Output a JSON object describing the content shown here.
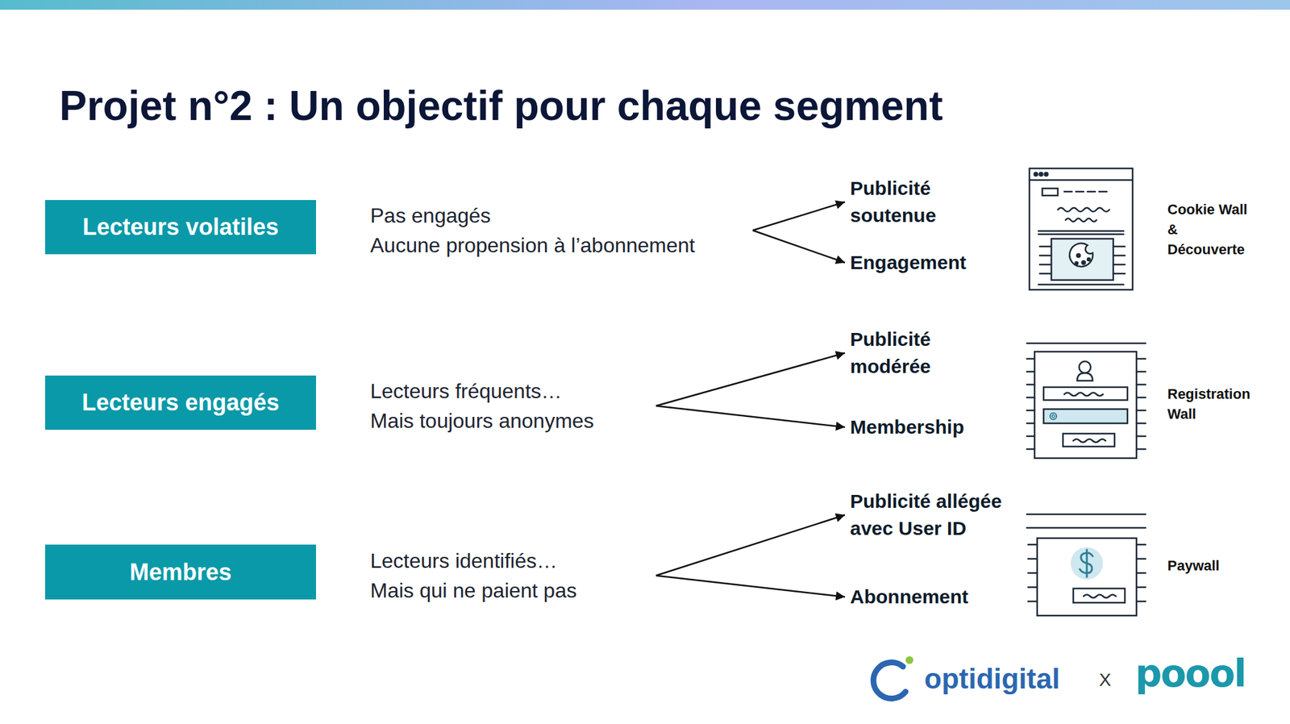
{
  "diagram": {
    "title": "Projet n°2 : Un objectif pour chaque segment",
    "nodes": [
      {
        "text": [
          "Lecteurs volatiles"
        ]
      },
      {
        "text": [
          "Pas engagés",
          "Aucune propension à l’abonnement"
        ]
      },
      {
        "text": [
          "Publicité soutenue"
        ]
      },
      {
        "text": [
          "Engagement"
        ]
      },
      {
        "text": [
          "Lecteurs engagés"
        ]
      },
      {
        "text": [
          "Lecteurs fréquents…",
          "Mais toujours anonymes"
        ]
      },
      {
        "text": [
          "Publicité modérée"
        ]
      },
      {
        "text": [
          "Membership"
        ]
      },
      {
        "text": [
          "Membres"
        ]
      },
      {
        "text": [
          "Lecteurs identifiés…",
          "Mais qui ne paient pas"
        ]
      },
      {
        "text": [
          "Publicité allégée avec User ID"
        ]
      },
      {
        "text": [
          "Abonnement"
        ]
      }
    ],
    "edges": [
      {
        "from": 1,
        "to": 2,
        "arrow": "to"
      },
      {
        "from": 1,
        "to": 3,
        "arrow": "to"
      },
      {
        "from": 5,
        "to": 6,
        "arrow": "to"
      },
      {
        "from": 5,
        "to": 7,
        "arrow": "to"
      },
      {
        "from": 9,
        "to": 10,
        "arrow": "to"
      },
      {
        "from": 9,
        "to": 11,
        "arrow": "to"
      }
    ],
    "labels": [
      "Cookie Wall & Découverte",
      "Registration Wall",
      "Paywall",
      "optidigital",
      "X",
      "poool"
    ]
  }
}
